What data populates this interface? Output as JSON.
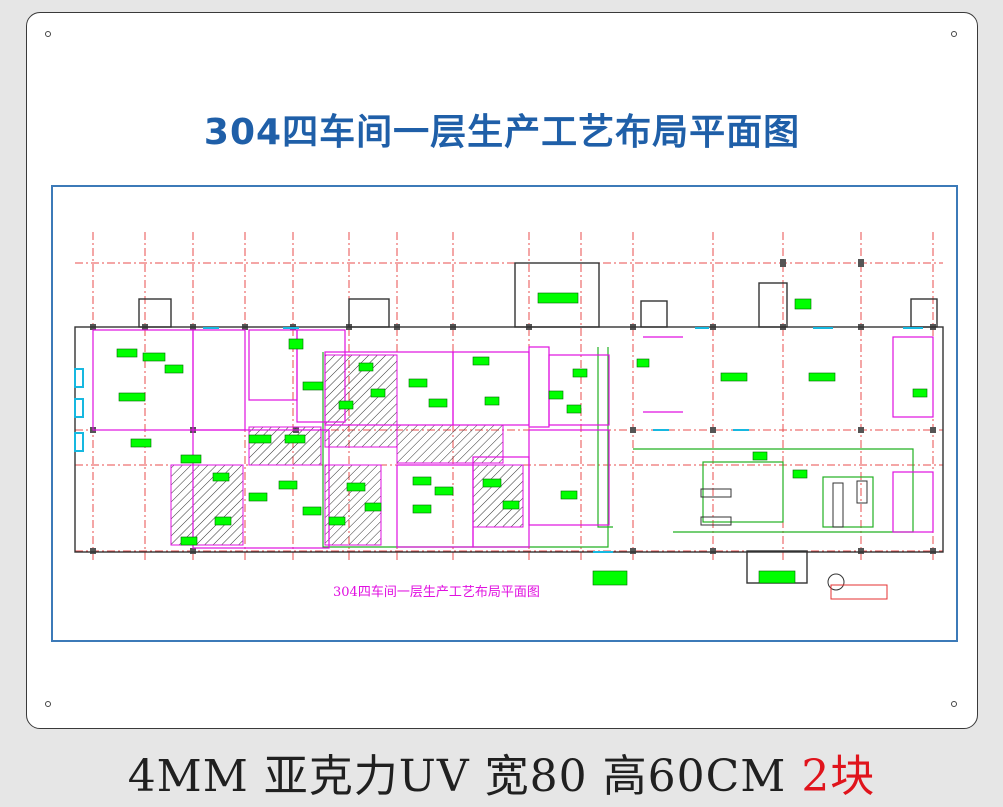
{
  "sign": {
    "title": "304四车间一层生产工艺布局平面图",
    "plan_title": "304四车间一层生产工艺布局平面图",
    "colors": {
      "title": "#1f5fa8",
      "frame": "#3c7ab8",
      "grid": "#e63030",
      "walls": "#e010e0",
      "cleanroom": "#22b022",
      "labels": "#00ff00"
    }
  },
  "spec": {
    "text": "4MM 亚克力UV 宽80 高60CM",
    "quantity": "2块"
  }
}
